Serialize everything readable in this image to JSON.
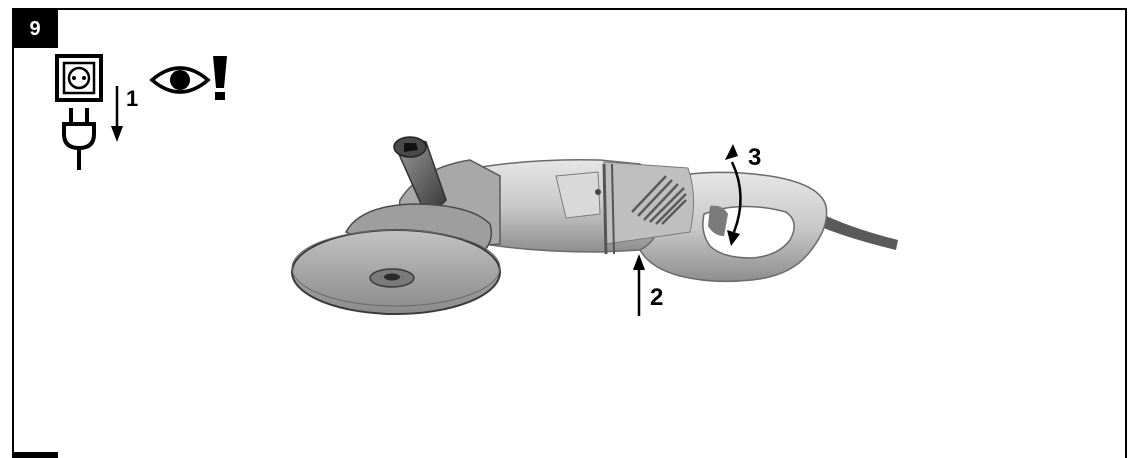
{
  "figure": {
    "number": "9"
  },
  "steps": {
    "step1": "1",
    "step2": "2",
    "step3": "3"
  },
  "icons": {
    "socket": "power-socket-icon",
    "plug": "power-plug-icon",
    "eye": "eye-icon",
    "warning": "exclamation-icon",
    "tool": "angle-grinder-illustration"
  },
  "colors": {
    "ink": "#000000",
    "tool_light": "#d4d4d4",
    "tool_mid": "#b3b3b3",
    "tool_dark": "#7a7a7a"
  }
}
